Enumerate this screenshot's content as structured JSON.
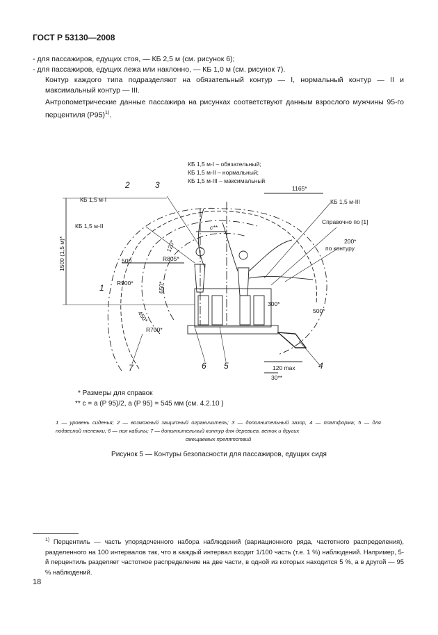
{
  "header": {
    "title": "ГОСТ Р 53130—2008"
  },
  "body_text": {
    "line_standing": "- для пассажиров, едущих стоя, — КБ 2,5 м (см. рисунок 6);",
    "line_lying": "- для пассажиров, едущих лежа или наклонно, — КБ 1,0 м (см. рисунок 7).",
    "contour_para": "Контур каждого типа подразделяют на обязательный контур — I, нормальный контур — II и максимальный контур — III.",
    "anthro_para": "Антропометрические данные пассажира на рисунках соответствуют данным взрослого мужчины 95-го перцентиля (Р95)",
    "anthro_sup": "1)",
    "anthro_end": "."
  },
  "figure": {
    "labels": {
      "kb_i_mandatory": "КБ 1,5 м-I – обязательный;",
      "kb_ii_normal": "КБ 1,5 м-II – нормальный;",
      "kb_iii_maximal": "КБ 1,5 м-III – максимальный",
      "kb_i": "КБ 1,5 м-I",
      "kb_ii": "КБ 1,5 м-II",
      "kb_iii": "КБ 1,5 м-III",
      "reference": "Справочно по [1]",
      "dim_1165": "1165*",
      "dim_1500": "1500 (1,5 м)*",
      "dim_500": "500",
      "dim_500s": "500*",
      "dim_120": "120*",
      "dim_c": "c**",
      "dim_r805": "R805*",
      "dim_r900": "R900*",
      "dim_650": "650*",
      "dim_450": "450*",
      "dim_r700": "R700*",
      "dim_300": "300*",
      "dim_200": "200*",
      "along_contour": "по контуру",
      "dim_120max": "120 max",
      "dim_30": "30**",
      "n1": "1",
      "n2": "2",
      "n3": "3",
      "n4": "4",
      "n5": "5",
      "n6": "6",
      "n7": "7"
    },
    "notes": {
      "note1": "*  Размеры для справок",
      "note2": "**  c = a (P 95)/2, a (P 95) = 545 мм (см. 4.2.10 )"
    },
    "legend_main": "1 — уровень сиденья; 2 — возможный защитный ограничитель; 3 — дополнительный зазор, 4 — платформа; 5 — для подвесной тележки; 6 — пол кабины; 7 — дополнительный контур для деревьев, веток и других",
    "legend_end": "смещаемых препятствий",
    "caption": "Рисунок 5 — Контуры безопасности для пассажиров, едущих сидя"
  },
  "footnote": {
    "marker": "1)",
    "text": " Перцентиль — часть упорядоченного набора наблюдений (вариационного ряда, частотного распределения), разделенного на 100 интервалов так, что в каждый интервал входит 1/100 часть (т.е. 1 %) наблюдений. Например, 5-й перцентиль разделяет частотное распределение на две части, в одной из которых находится 5 %, а в другой — 95 % наблюдений."
  },
  "page_number": "18"
}
